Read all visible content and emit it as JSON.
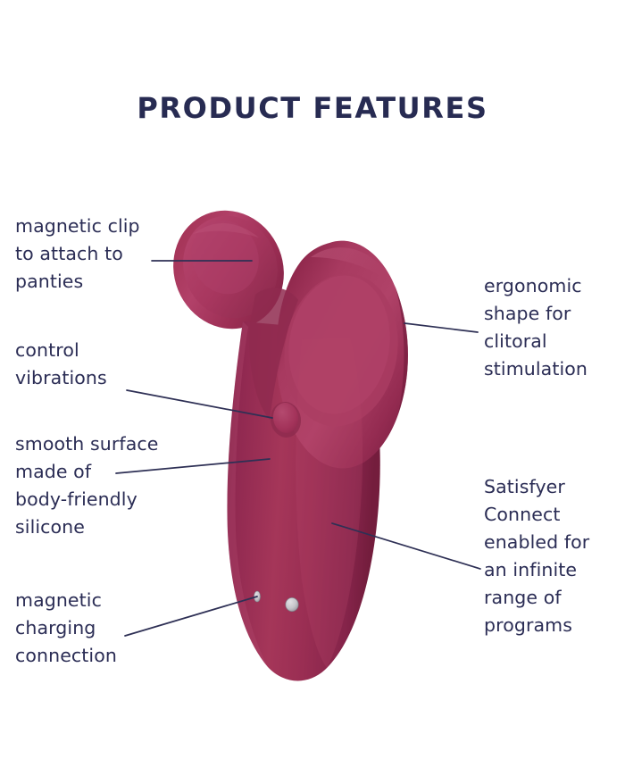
{
  "page": {
    "title": "PRODUCT FEATURES",
    "background_color": "#ffffff",
    "text_color": "#2b2d55",
    "title_color": "#272b52",
    "leader_line_color": "#2e3055"
  },
  "product": {
    "name": "clip-on vibrator",
    "body_color": "#9e2f55",
    "body_highlight_color": "#b24169",
    "body_shadow_color": "#7a1f41",
    "body_edge_color": "#8c2a4c",
    "clip_color": "#a53055",
    "clip_highlight_color": "#b8406b",
    "contact_color": "#c9c7cc",
    "contact_rim_color": "#8a8a92"
  },
  "callouts": {
    "left": [
      {
        "id": "magnetic-clip",
        "text": "magnetic clip\nto attach to\npanties",
        "lines": [
          "magnetic clip",
          "to attach to",
          "panties"
        ]
      },
      {
        "id": "control-vibrations",
        "text": "control\nvibrations",
        "lines": [
          "control",
          "vibrations"
        ]
      },
      {
        "id": "smooth-surface",
        "text": "smooth surface\nmade of\nbody-friendly\nsilicone",
        "lines": [
          "smooth surface",
          "made of",
          "body-friendly",
          "silicone"
        ]
      },
      {
        "id": "magnetic-charging",
        "text": "magnetic\ncharging\nconnection",
        "lines": [
          "magnetic",
          "charging",
          "connection"
        ]
      }
    ],
    "right": [
      {
        "id": "ergonomic-shape",
        "text": "ergonomic\nshape for\nclitoral\nstimulation",
        "lines": [
          "ergonomic",
          "shape for",
          "clitoral",
          "stimulation"
        ]
      },
      {
        "id": "satisfyer-connect",
        "text": "Satisfyer\nConnect\nenabled for\nan infinite\nrange of\nprograms",
        "lines": [
          "Satisfyer",
          "Connect",
          "enabled for",
          "an infinite",
          "range of",
          "programs"
        ]
      }
    ]
  }
}
